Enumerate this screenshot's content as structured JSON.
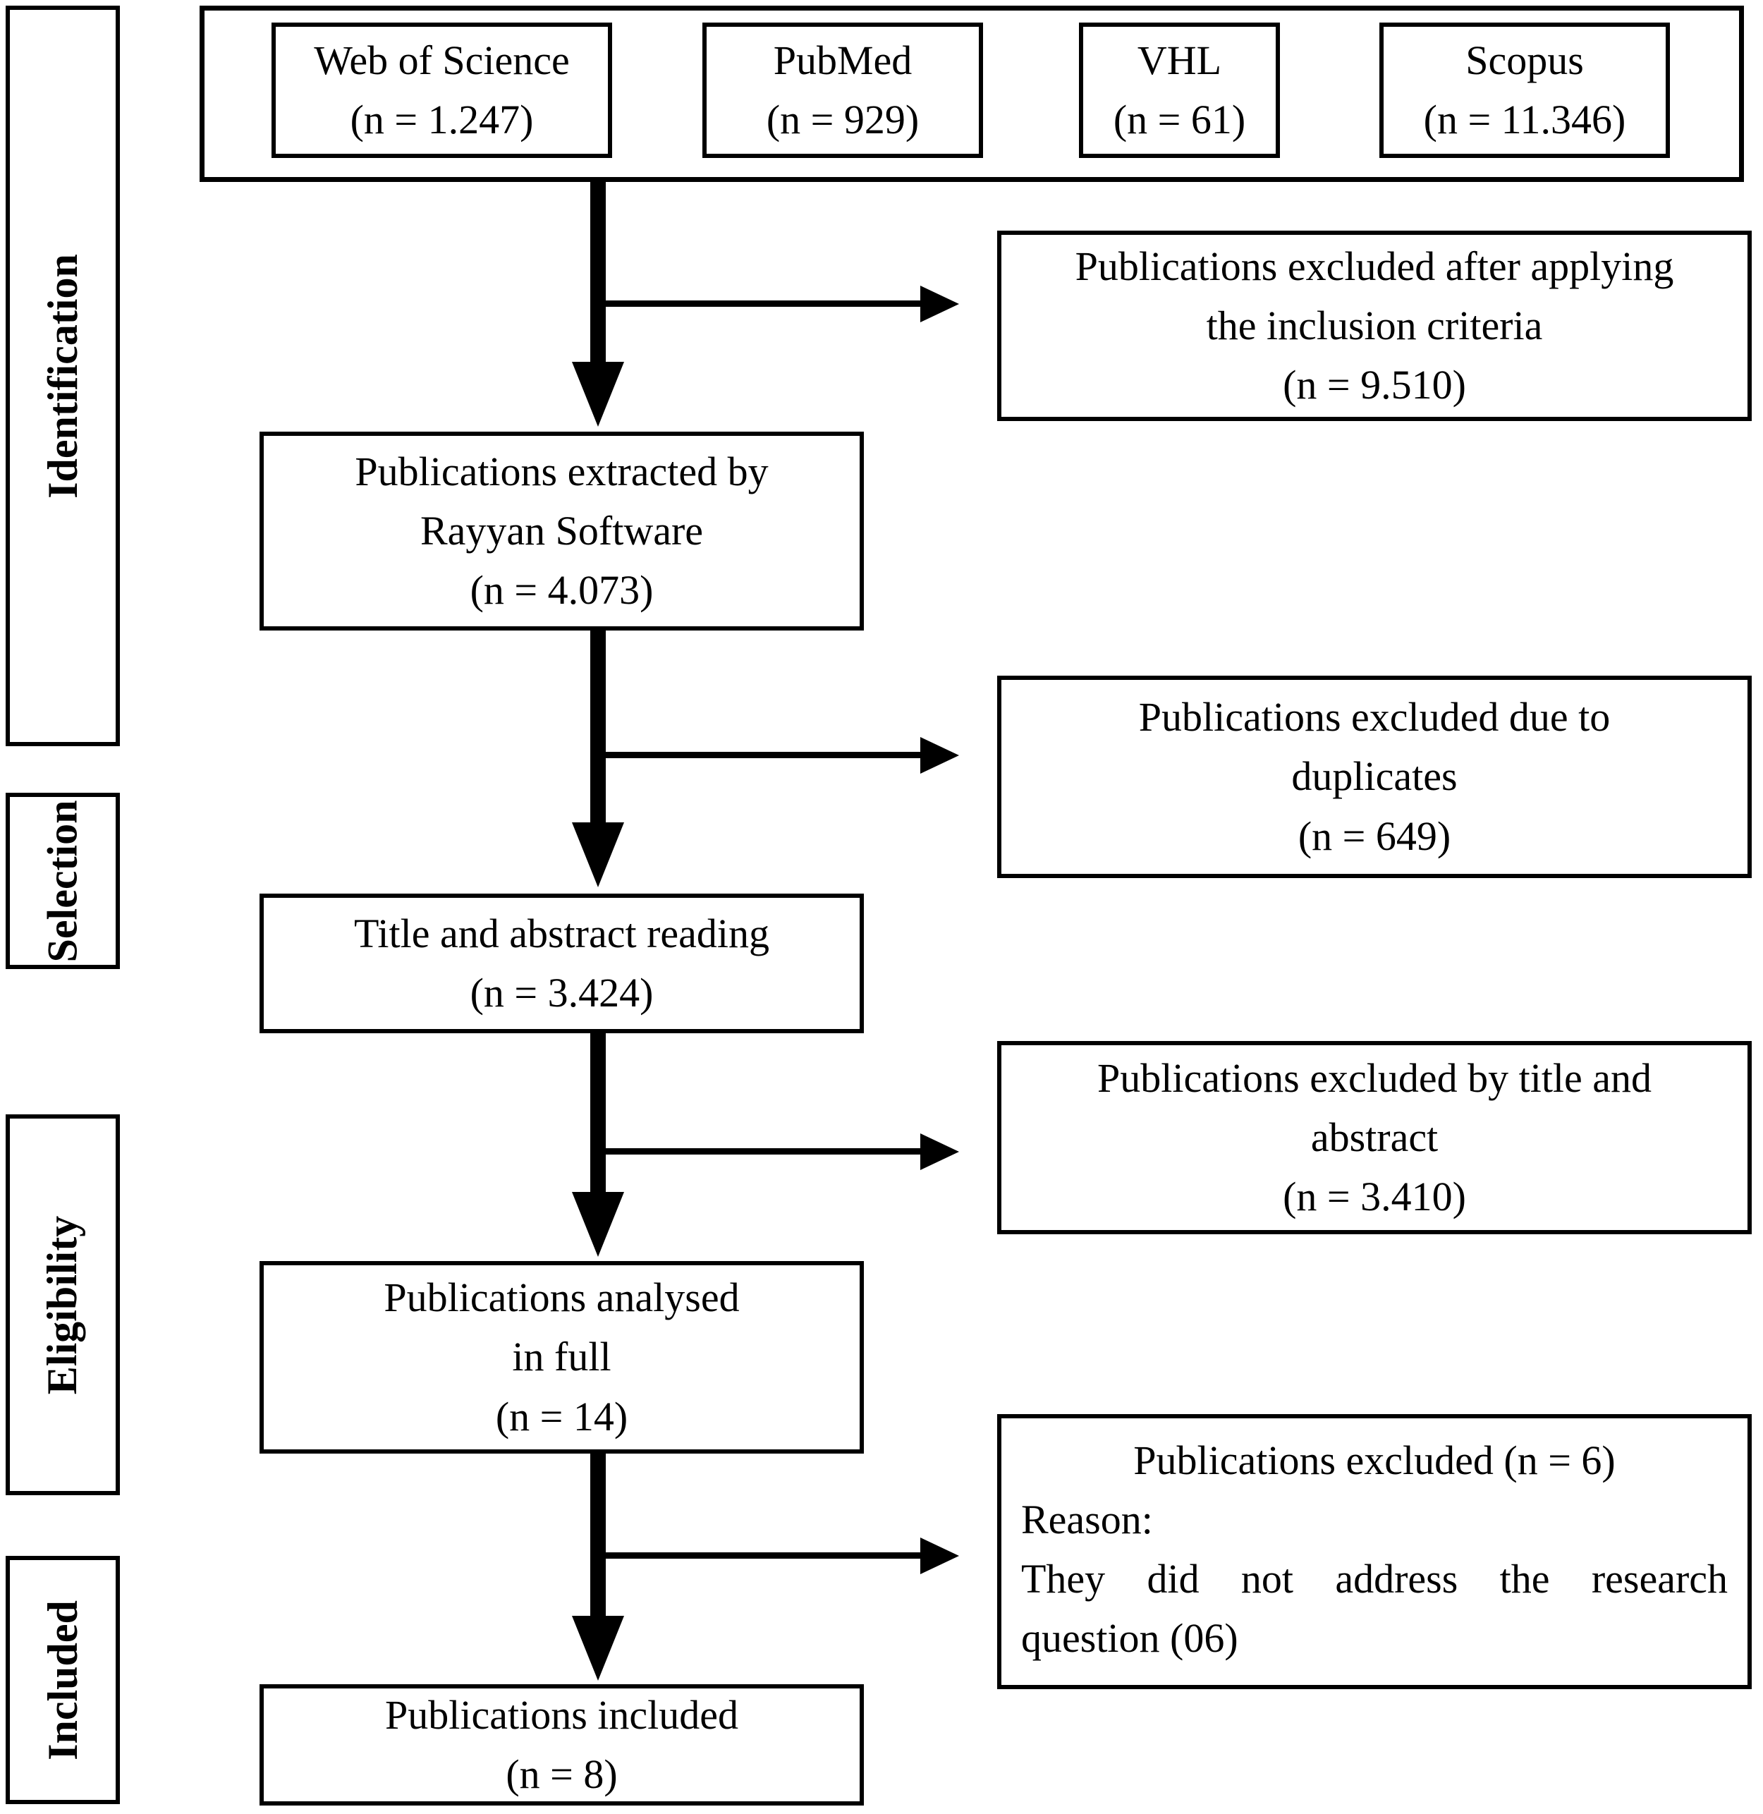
{
  "left_labels": [
    "Identification",
    "Selection",
    "Eligibility",
    "Included"
  ],
  "source_boxes": [
    {
      "name": "Web of Science",
      "count": "(n = 1.247)"
    },
    {
      "name": "PubMed",
      "count": "(n = 929)"
    },
    {
      "name": "VHL",
      "count": "(n = 61)"
    },
    {
      "name": "Scopus",
      "count": "(n = 11.346)"
    }
  ],
  "process_boxes": [
    {
      "lines": [
        "Publications extracted by",
        "Rayyan Software"
      ],
      "count": "(n = 4.073)"
    },
    {
      "lines": [
        "Title and abstract reading"
      ],
      "count": "(n = 3.424)"
    },
    {
      "lines": [
        "Publications analysed",
        "in full"
      ],
      "count": "(n = 14)"
    },
    {
      "lines": [
        "Publications included"
      ],
      "count": "(n = 8)"
    }
  ],
  "exclusion_boxes": [
    {
      "lines": [
        "Publications excluded after applying",
        "the inclusion criteria"
      ],
      "count": "(n = 9.510)"
    },
    {
      "lines": [
        "Publications excluded due to",
        "duplicates"
      ],
      "count": "(n = 649)"
    },
    {
      "lines": [
        "Publications excluded by title and",
        "abstract"
      ],
      "count": "(n = 3.410)"
    },
    {
      "title": "Publications excluded (n = 6)",
      "reason_label": "Reason:",
      "reason_lines": [
        "They did not address the research",
        "question (06)"
      ]
    }
  ],
  "colors": {
    "line": "#000000",
    "background": "#ffffff"
  }
}
